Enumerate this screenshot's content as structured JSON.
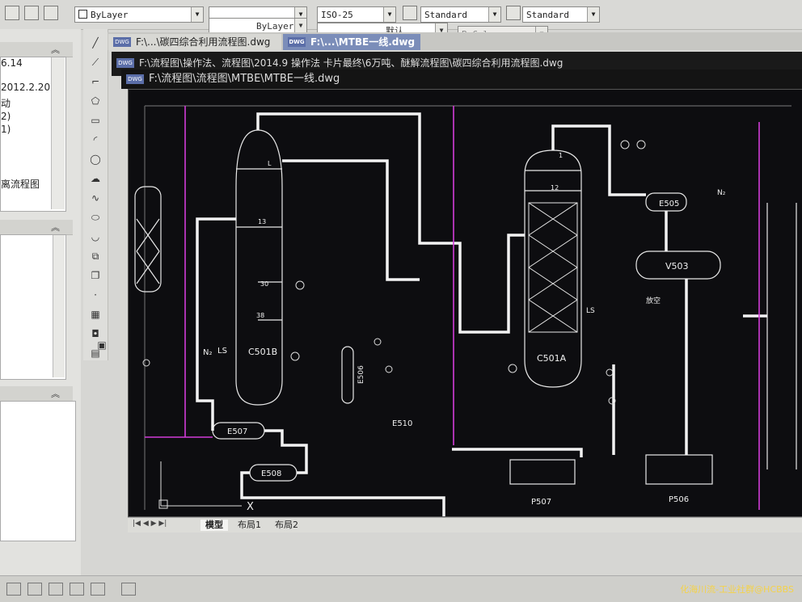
{
  "toolbar": {
    "layer_combo": "ByLayer",
    "linetype_combo": "ByLayer",
    "lineweight_combo": "默认",
    "plotstyle_combo": "ByColor",
    "dim_scale": "ISO-25",
    "text_style": "Standard",
    "table_style": "Standard"
  },
  "palette": {
    "panel1_lines": [
      "6.14",
      "2012.2.20",
      "动",
      "2)",
      "1)",
      "离流程图"
    ]
  },
  "tabs": {
    "tab1": "F:\\...\\碳四综合利用流程图.dwg",
    "tab2": "F:\\...\\MTBE一线.dwg",
    "window2_path": "F:\\流程图\\操作法、流程图\\2014.9 操作法 卡片最终\\6万吨、醚解流程图\\碳四综合利用流程图.dwg",
    "window3_path": "F:\\流程图\\流程图\\MTBE\\MTBE一线.dwg",
    "badge": "DWG"
  },
  "drawing": {
    "labels": {
      "c501b": "C501B",
      "c501a": "C501A",
      "e506": "E506",
      "e505": "E505",
      "e507": "E507",
      "e508": "E508",
      "e510": "E510",
      "v503": "V503",
      "p507": "P507",
      "p506": "P506",
      "n2_left": "N₂",
      "ls_left": "LS",
      "ls_right": "LS",
      "n2_right": "N₂",
      "vent": "放空",
      "tray_13": "13",
      "tray_30": "30",
      "tray_38": "38",
      "level_l": "L",
      "tray_1": "1",
      "tray_12": "12",
      "axis_x": "X"
    }
  },
  "layout_tabs": [
    "模型",
    "布局1",
    "布局2"
  ],
  "watermark": "化海川流-工业社群@HCBBS"
}
